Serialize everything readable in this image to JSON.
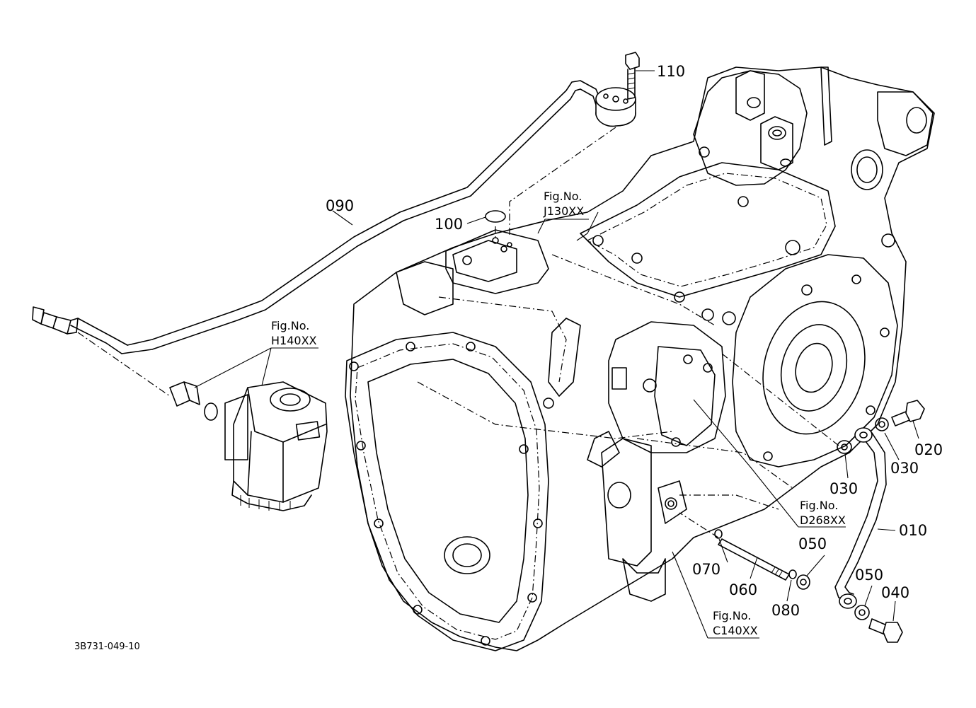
{
  "diagram": {
    "code": "3B731-049-10",
    "part_labels": [
      "110",
      "090",
      "100",
      "020",
      "030",
      "030",
      "010",
      "050",
      "050",
      "040",
      "070",
      "060",
      "080"
    ],
    "fig_refs": [
      {
        "line1": "Fig.No.",
        "line2": "J130XX"
      },
      {
        "line1": "Fig.No.",
        "line2": "H140XX"
      },
      {
        "line1": "Fig.No.",
        "line2": "D268XX"
      },
      {
        "line1": "Fig.No.",
        "line2": "C140XX"
      }
    ]
  }
}
